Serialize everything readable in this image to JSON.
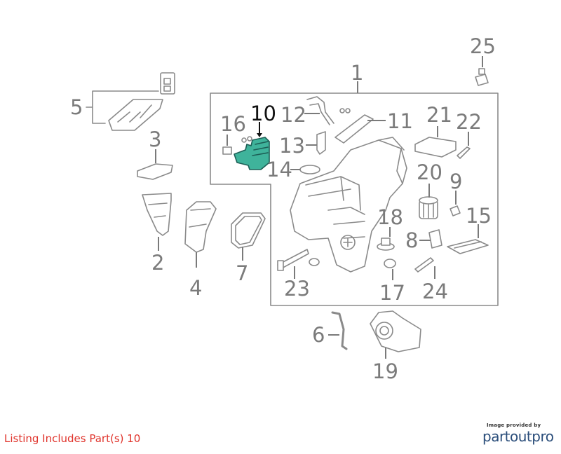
{
  "diagram": {
    "highlight_color": "#3fb39b",
    "callouts": [
      "1",
      "2",
      "3",
      "4",
      "5",
      "6",
      "7",
      "8",
      "9",
      "10",
      "11",
      "12",
      "13",
      "14",
      "15",
      "16",
      "17",
      "18",
      "19",
      "20",
      "21",
      "22",
      "23",
      "24",
      "25"
    ],
    "highlighted_part": "10"
  },
  "footer": {
    "listing_text": "Listing Includes Part(s) 10",
    "listing_color": "#e0332b",
    "brand_caption": "Image provided by",
    "brand_name": "partoutpro",
    "brand_color": "#2a4d7a"
  }
}
